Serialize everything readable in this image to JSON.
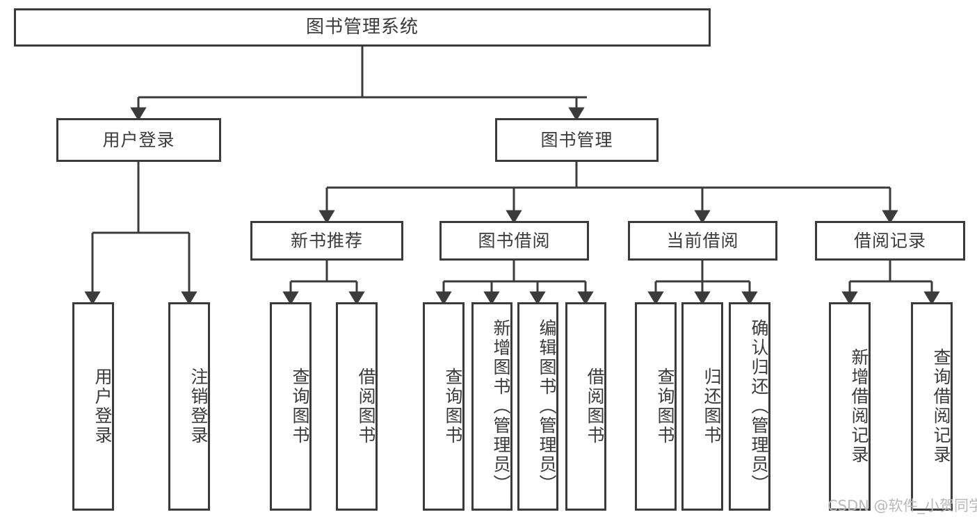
{
  "diagram": {
    "type": "tree",
    "title": "图书管理系统",
    "watermark": "CSDN @软件_小贺同学",
    "colors": {
      "stroke": "#3b3b3b",
      "text": "#3a3a3a",
      "background": "#ffffff",
      "watermark": "#b9b9b9"
    },
    "nodes": {
      "root": {
        "label": "图书管理系统",
        "level": 1
      },
      "l2_a": {
        "label": "用户登录",
        "level": 2
      },
      "l2_b": {
        "label": "图书管理",
        "level": 2
      },
      "l3_a": {
        "label": "新书推荐",
        "level": 3
      },
      "l3_b": {
        "label": "图书借阅",
        "level": 3
      },
      "l3_c": {
        "label": "当前借阅",
        "level": 3
      },
      "l3_d": {
        "label": "借阅记录",
        "level": 3
      },
      "leaf_1": {
        "label": "用户登录",
        "level": 4,
        "parent": "用户登录"
      },
      "leaf_2": {
        "label": "注销登录",
        "level": 4,
        "parent": "用户登录"
      },
      "leaf_3": {
        "label": "查询图书",
        "level": 4,
        "parent": "新书推荐"
      },
      "leaf_4": {
        "label": "借阅图书",
        "level": 4,
        "parent": "新书推荐"
      },
      "leaf_5": {
        "label": "查询图书",
        "level": 4,
        "parent": "图书借阅"
      },
      "leaf_6": {
        "label": "新增图书（管理员）",
        "level": 4,
        "parent": "图书借阅"
      },
      "leaf_7": {
        "label": "编辑图书（管理员）",
        "level": 4,
        "parent": "图书借阅"
      },
      "leaf_8": {
        "label": "借阅图书",
        "level": 4,
        "parent": "图书借阅"
      },
      "leaf_9": {
        "label": "查询图书",
        "level": 4,
        "parent": "当前借阅"
      },
      "leaf_10": {
        "label": "归还图书",
        "level": 4,
        "parent": "当前借阅"
      },
      "leaf_11": {
        "label": "确认归还（管理员）",
        "level": 4,
        "parent": "当前借阅"
      },
      "leaf_12": {
        "label": "新增借阅记录",
        "level": 4,
        "parent": "借阅记录"
      },
      "leaf_13": {
        "label": "查询借阅记录",
        "level": 4,
        "parent": "借阅记录"
      }
    }
  }
}
